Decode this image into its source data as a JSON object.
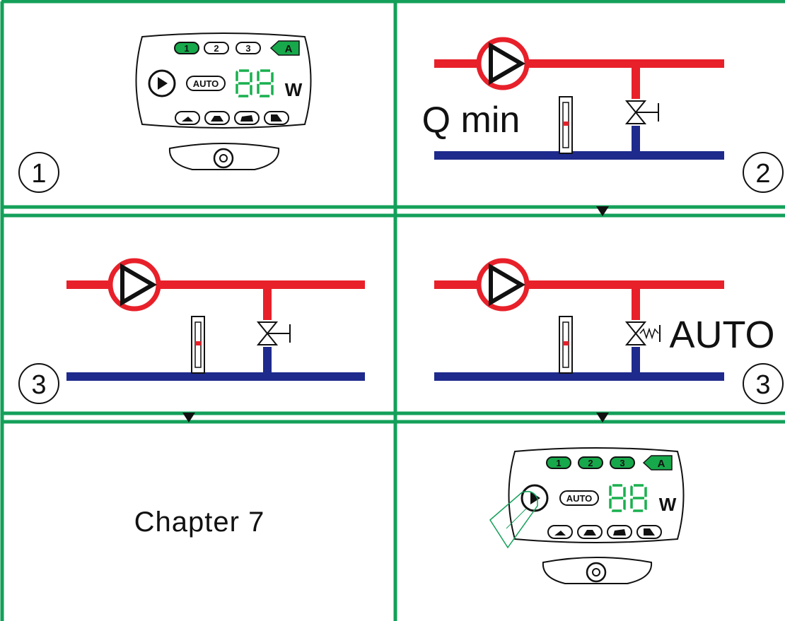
{
  "colors": {
    "frame": "#14a05a",
    "hot_pipe": "#e8202a",
    "cold_pipe": "#1e2a8c",
    "led_on": "#17a84b",
    "led_segment": "#19b04e",
    "ink": "#111111",
    "pump_ring": "#e8202a",
    "indicator": "#e8202a"
  },
  "panels": {
    "p1": {
      "step": "1",
      "control": {
        "modes": [
          "1",
          "2",
          "3"
        ],
        "auto_badge": "A",
        "auto_label": "AUTO",
        "digits": "88",
        "unit": "W"
      }
    },
    "p2": {
      "step": "2",
      "label": "Q min"
    },
    "p3": {
      "step": "3"
    },
    "p4": {
      "step": "3",
      "label": "AUTO"
    },
    "p5": {
      "chapter": "Chapter 7"
    },
    "p6": {
      "control": {
        "modes": [
          "1",
          "2",
          "3"
        ],
        "auto_badge": "A",
        "auto_label": "AUTO",
        "digits": "88",
        "unit": "W"
      }
    }
  },
  "icons": {
    "pump": "pump-triangle-icon",
    "valve": "gate-valve-icon",
    "thermostatic_valve": "thermostatic-valve-icon",
    "flow_meter": "flow-meter-icon",
    "play": "play-button-icon",
    "knob": "dial-knob-icon",
    "arrow": "down-arrow-icon",
    "hand": "pointing-finger-icon"
  }
}
